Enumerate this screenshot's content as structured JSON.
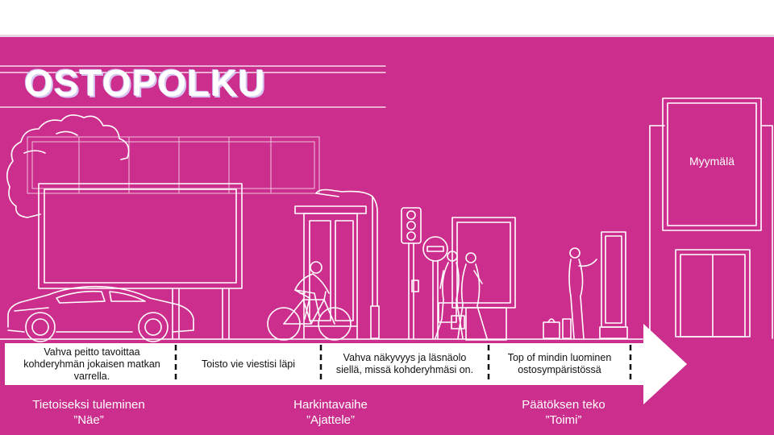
{
  "slide": {
    "title": "OSTOPOLKU",
    "store_label": "Myymälä"
  },
  "journey": {
    "segments": [
      {
        "text": "Vahva peitto tavoittaa kohderyhmän jokaisen matkan varrella."
      },
      {
        "text": "Toisto vie viestisi läpi"
      },
      {
        "text": "Vahva näkyvyys ja läsnäolo siellä, missä kohderyhmäsi on."
      },
      {
        "text": "Top of mindin luominen ostosympäristössä"
      }
    ],
    "stages": [
      {
        "name": "Tietoiseksi tuleminen",
        "sub": "”Näe”"
      },
      {
        "name": "Harkintavaihe",
        "sub": "”Ajattele”"
      },
      {
        "name": "Päätöksen teko",
        "sub": "”Toimi”"
      }
    ]
  },
  "colors": {
    "background": "#cc2e8e",
    "line": "#ffffff",
    "title_shadow": "#d6c6f0"
  },
  "icons": [
    "tree-icon",
    "car-icon",
    "billboard-icon",
    "cyclist-icon",
    "bus-stop-icon",
    "street-lamp-icon",
    "traffic-light-icon",
    "no-entry-sign-icon",
    "pedestrians-icon",
    "phone-user-icon",
    "store-icon"
  ]
}
